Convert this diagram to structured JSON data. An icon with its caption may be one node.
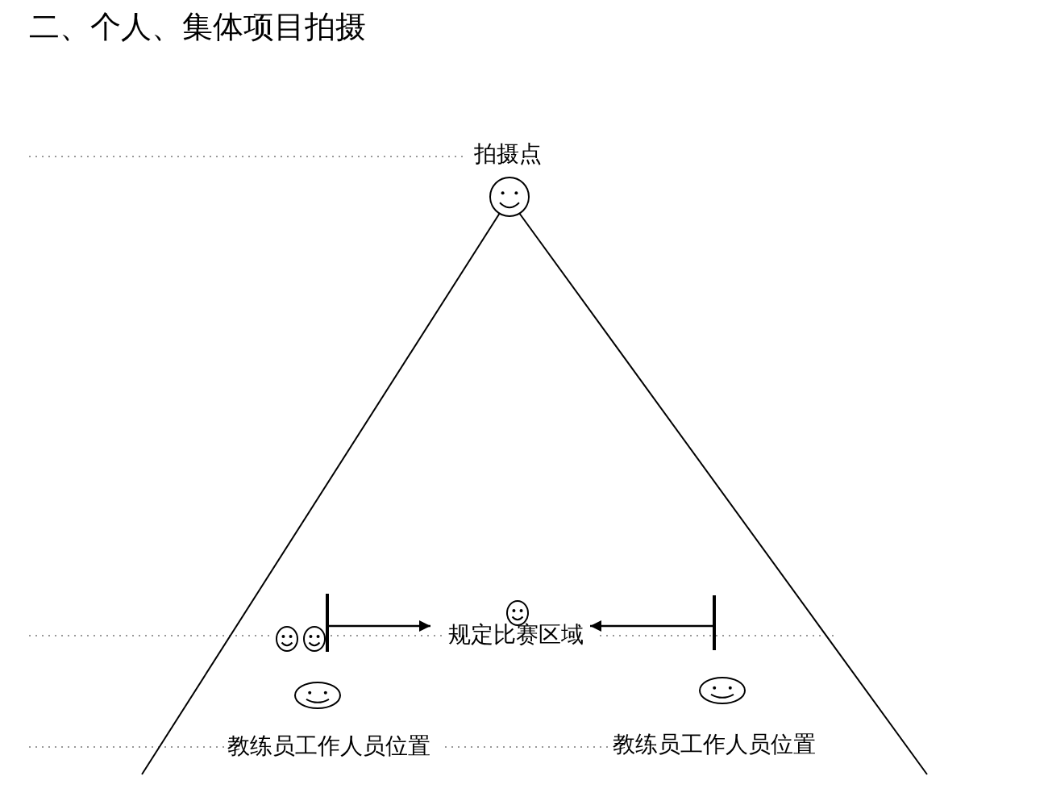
{
  "diagram": {
    "title": "二、个人、集体项目拍摄",
    "nodes": [
      {
        "text": [
          "拍摄点"
        ]
      },
      {
        "text": [
          "规定比赛区域"
        ]
      },
      {
        "text": [],
        "shape": "bar"
      },
      {
        "text": [],
        "shape": "bar"
      }
    ],
    "edges": [
      {
        "from": 2,
        "to": 1,
        "arrow": "to"
      },
      {
        "from": 3,
        "to": 1,
        "arrow": "to"
      }
    ],
    "labels": [
      "教练员工作人员位置",
      "教练员工作人员位置"
    ]
  }
}
